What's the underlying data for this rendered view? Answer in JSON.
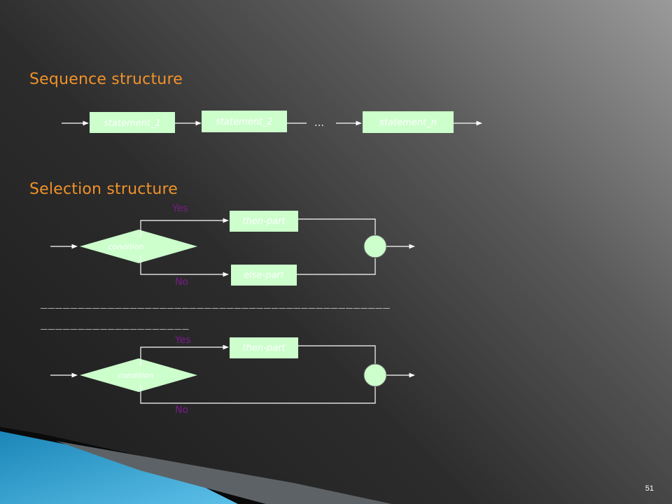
{
  "slide": {
    "sequence_heading": "Sequence structure",
    "selection_heading": "Selection structure",
    "page_number": "51",
    "dashes_line1": "_______________________________________________",
    "dashes_line2": "____________________"
  },
  "sequence": {
    "statement_1": "statement_1",
    "statement_2": "statement_2",
    "ellipsis": "…",
    "statement_n": "statement_n"
  },
  "selection_if_else": {
    "condition": "condition",
    "yes_label": "Yes",
    "no_label": "No",
    "then_part": "then-part",
    "else_part": "else-part"
  },
  "selection_if_then": {
    "condition": "condition",
    "yes_label": "Yes",
    "no_label": "No",
    "then_part": "then-part"
  },
  "colors": {
    "heading": "#f0922b",
    "box_fill": "#ccffcc",
    "yes_no": "#7a1a8a",
    "accent_blue": "#3aa0d0"
  }
}
